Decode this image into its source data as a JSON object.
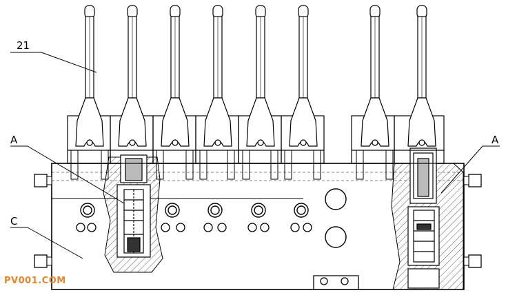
{
  "labels": {
    "part_21": "21",
    "section_a_left": "A",
    "section_a_right": "A",
    "body_c": "C"
  },
  "watermark": "PV001.COM",
  "colors": {
    "line": "#000000",
    "hatch": "#555555",
    "watermark": "#e8842c"
  },
  "levers": {
    "count": 8
  }
}
